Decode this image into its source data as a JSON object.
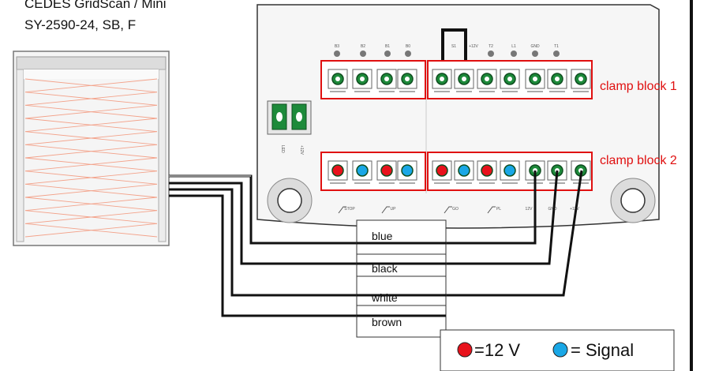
{
  "device": {
    "title_line1": "CEDES GridScan / Mini",
    "title_line2": "SY-2590-24, SB, F"
  },
  "board": {
    "top_pin_labels": [
      "B3",
      "B2",
      "B1",
      "B0",
      "S1",
      "+12V",
      "T2",
      "L1",
      "GND",
      "T1"
    ],
    "bottom_pin_labels": [
      "STOP",
      "UP",
      "GO",
      "PL",
      "12V",
      "GND",
      "+12V"
    ],
    "side_labels": [
      "LED",
      "+12V"
    ]
  },
  "clamp_blocks": {
    "block1": "clamp block 1",
    "block2": "clamp block 2"
  },
  "wires": {
    "labels": [
      "blue",
      "black",
      "white",
      "brown"
    ]
  },
  "legend": {
    "red_text": "=12 V",
    "blue_text": "= Signal",
    "colors": {
      "red": "#e8121c",
      "blue": "#19a7e6"
    }
  },
  "colors": {
    "clamp_outline": "#e01010",
    "terminal_green": "#1d8a3a",
    "wire": "#111111"
  }
}
